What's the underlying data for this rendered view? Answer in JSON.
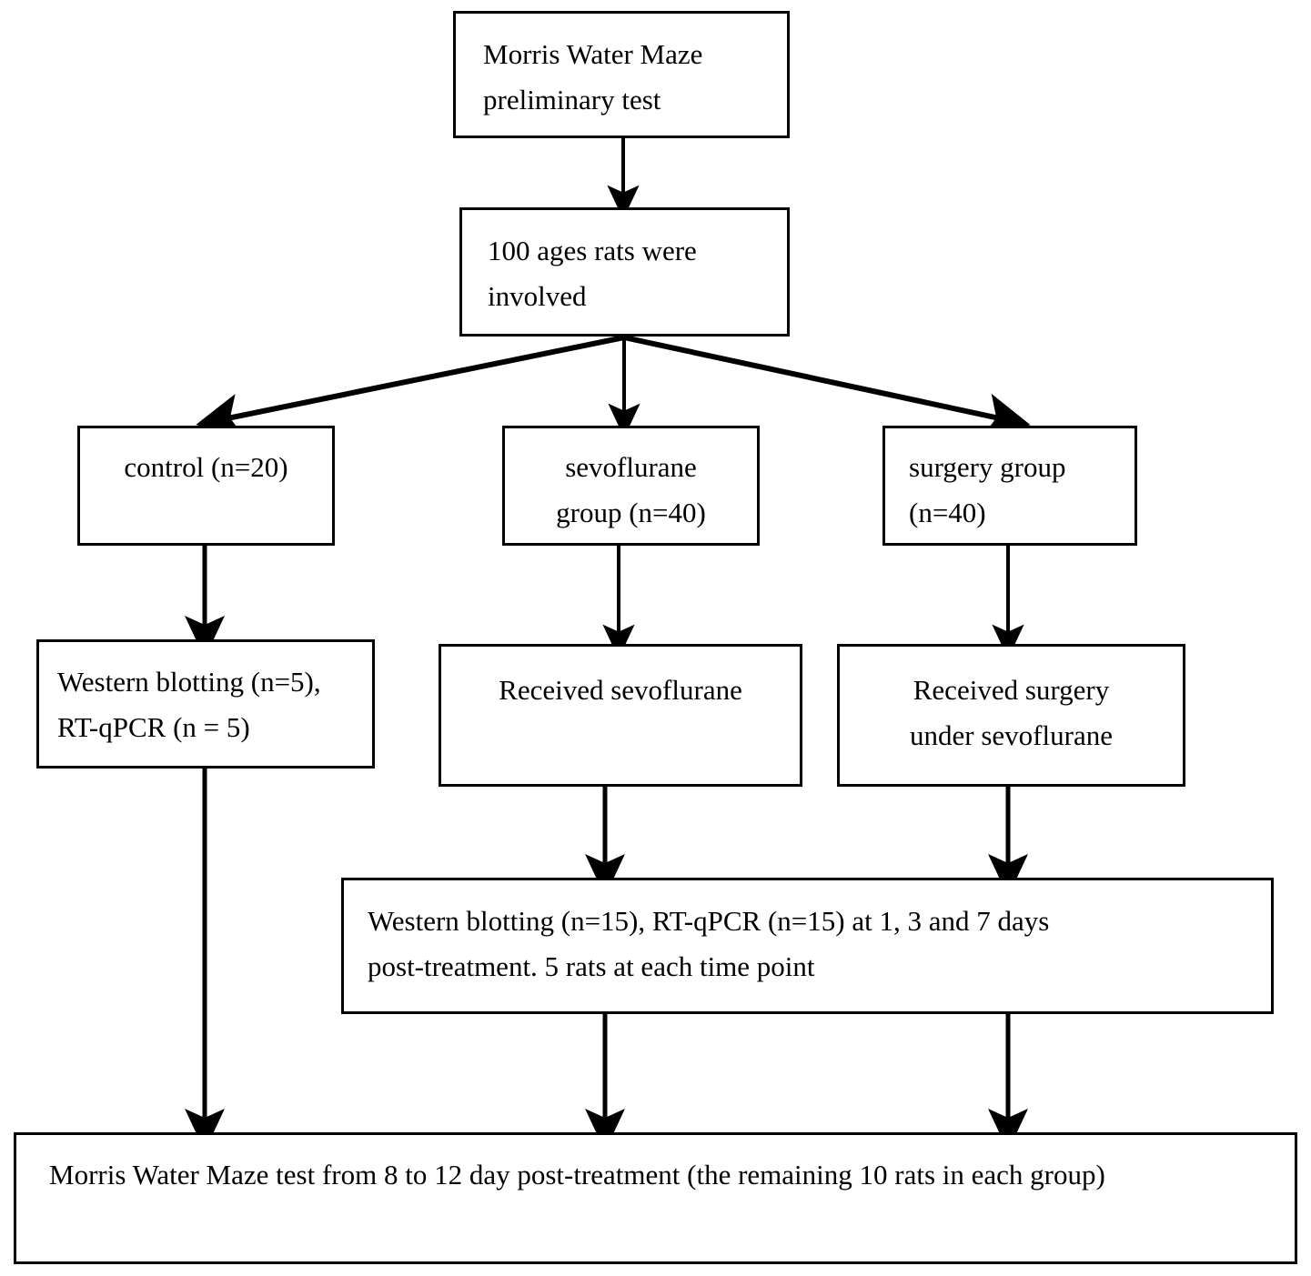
{
  "diagram": {
    "title": "Experimental design flowchart",
    "background_color": "#ffffff",
    "stroke_color": "#000000",
    "text_color": "#000000"
  },
  "nodes": {
    "preliminary_test": {
      "label": "Morris  Water  Maze\npreliminary test"
    },
    "rats_involved": {
      "label": "100  ages  rats  were\ninvolved"
    },
    "control_group": {
      "label": "control (n=20)"
    },
    "sevoflurane_group": {
      "label": "sevoflurane\ngroup (n=40)"
    },
    "surgery_group": {
      "label": "surgery   group\n(n=40)"
    },
    "control_assays": {
      "label": "Western blotting (n=5),\nRT-qPCR (n = 5)"
    },
    "received_sevoflurane": {
      "label": "Received sevoflurane"
    },
    "received_surgery": {
      "label": "Received surgery\nunder sevoflurane"
    },
    "treatment_assays": {
      "label": "Western blotting  (n=15), RT-qPCR (n=15) at  1,  3  and  7  days\npost-treatment. 5 rats at each time point"
    },
    "final_test": {
      "label": "Morris Water Maze test from 8 to 12 day post-treatment (the remaining 10 rats in each group)"
    }
  },
  "connectors": [
    {
      "name": "preliminary-to-rats",
      "kind": "arrow-down"
    },
    {
      "name": "rats-to-control",
      "kind": "arrow-diagonal-left"
    },
    {
      "name": "rats-to-sevoflurane",
      "kind": "arrow-down"
    },
    {
      "name": "rats-to-surgery",
      "kind": "arrow-diagonal-right"
    },
    {
      "name": "control-to-assays",
      "kind": "arrow-down"
    },
    {
      "name": "sevoflurane-to-received",
      "kind": "arrow-down"
    },
    {
      "name": "surgery-to-received",
      "kind": "arrow-down"
    },
    {
      "name": "received-sevoflurane-to-assays",
      "kind": "arrow-down"
    },
    {
      "name": "received-surgery-to-assays",
      "kind": "arrow-down"
    },
    {
      "name": "control-assays-to-final",
      "kind": "arrow-down-long"
    },
    {
      "name": "treatment-assays-to-final-left",
      "kind": "arrow-down"
    },
    {
      "name": "treatment-assays-to-final-right",
      "kind": "arrow-down"
    }
  ]
}
